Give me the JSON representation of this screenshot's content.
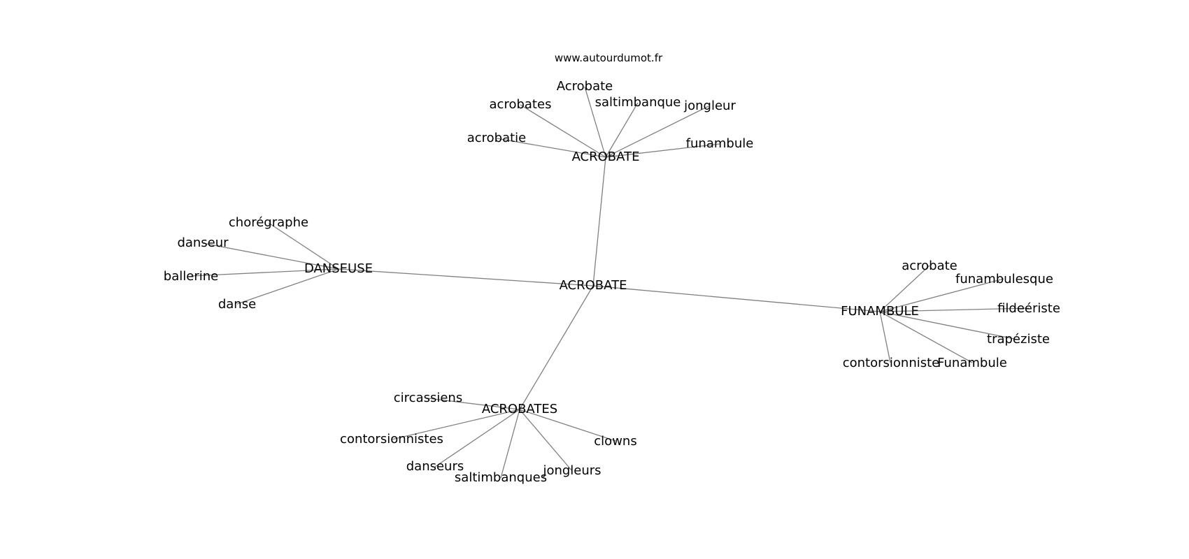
{
  "source": "www.autourdumot.fr",
  "graph": {
    "root": "ACROBATE",
    "clusters": [
      {
        "hub": "ACROBATE",
        "words": [
          "Acrobate",
          "acrobates",
          "saltimbanque",
          "jongleur",
          "acrobatie",
          "funambule"
        ]
      },
      {
        "hub": "DANSEUSE",
        "words": [
          "chorégraphe",
          "danseur",
          "ballerine",
          "danse"
        ]
      },
      {
        "hub": "FUNAMBULE",
        "words": [
          "acrobate",
          "funambulesque",
          "fildeériste",
          "trapéziste",
          "contorsionniste",
          "Funambule"
        ]
      },
      {
        "hub": "ACROBATES",
        "words": [
          "circassiens",
          "contorsionnistes",
          "danseurs",
          "saltimbanques",
          "jongleurs",
          "clowns"
        ]
      }
    ]
  },
  "style": {
    "edge_color": "#808080",
    "text_color": "#000000",
    "background": "#ffffff"
  }
}
